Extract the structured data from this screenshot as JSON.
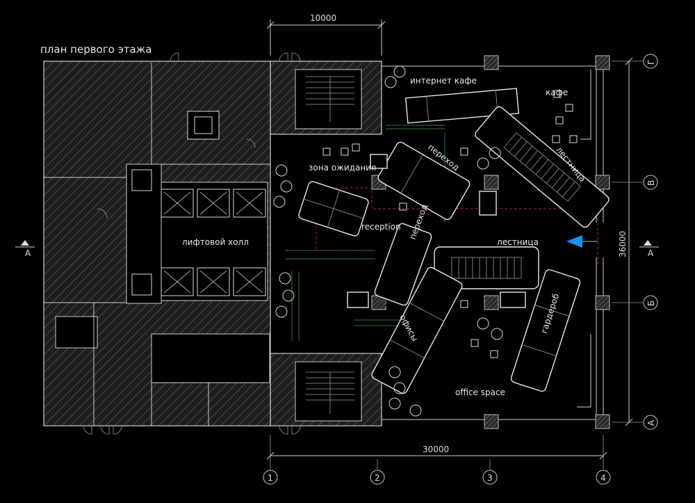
{
  "title": "план первого этажа",
  "dimensions": {
    "top": "10000",
    "bottom": "30000",
    "right": "36000"
  },
  "grid_columns": [
    "1",
    "2",
    "3",
    "4"
  ],
  "grid_rows": [
    "Г",
    "В",
    "Б",
    "А"
  ],
  "section_marks": {
    "left": "А",
    "right": "А"
  },
  "rooms": {
    "lift_hall": "лифтовой холл",
    "internet_cafe": "интернет кафе",
    "cafe": "кафе",
    "waiting_zone": "зона ожидания",
    "transition_1": "переход",
    "reception": "reception",
    "transition_2": "переход",
    "stairs_1": "лестница",
    "stairs_2": "лестница",
    "offices": "офисы",
    "wardrobe": "гардероб",
    "office_space": "office space"
  },
  "colors": {
    "background": "#000000",
    "lines": "#cfcfcf",
    "green_guides": "#2f7a37",
    "red_dashes": "#b3272b",
    "entrance_arrow": "#1e90ff"
  }
}
